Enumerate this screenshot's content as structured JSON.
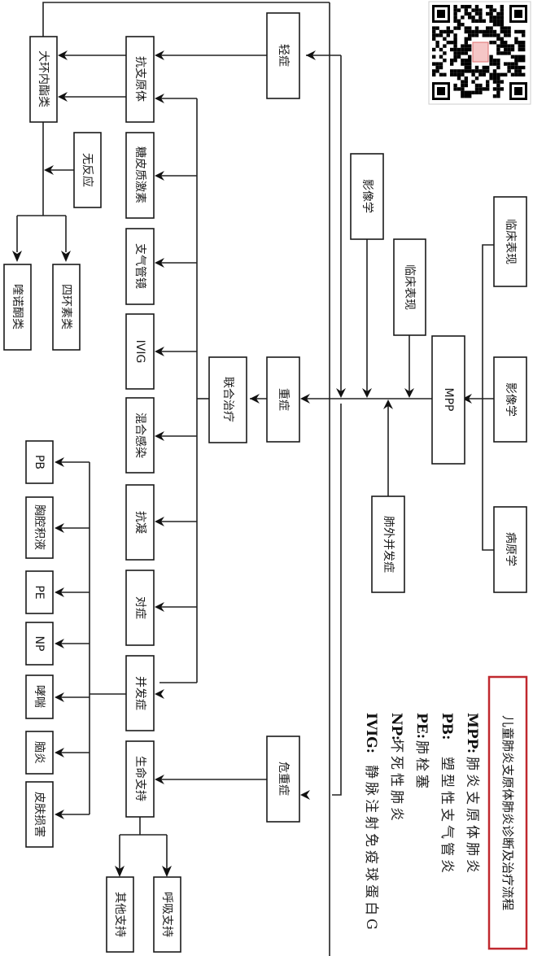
{
  "diagram": {
    "title": "儿童肺炎支原体肺炎诊断及治疗流程",
    "orientation": "rotated-90-clockwise",
    "nodes": {
      "mpp": "MPP",
      "diag_clinical": "临床表现",
      "diag_imaging": "影像学",
      "diag_pathogen": "病原学",
      "in_clinical": "临床表现",
      "in_imaging": "影像学",
      "extrapulmonary": "肺外并发症",
      "mild": "轻症",
      "severe": "重症",
      "critical": "危重症",
      "combined_therapy": "联合治疗",
      "anti_mp": "抗支原体",
      "glucocorticoid": "糖皮质激素",
      "bronchoscopy": "支气管镜",
      "ivig": "IVIG",
      "mixed_infection": "混合感染",
      "anticoagulation": "抗凝",
      "symptomatic": "对症",
      "complications": "并发症",
      "life_support": "生命支持",
      "macrolides": "大环内酯类",
      "no_response": "无反应",
      "tetracyclines": "四环素类",
      "quinolones": "喹诺酮类",
      "pb": "PB",
      "pleural_effusion": "胸腔积液",
      "pe": "PE",
      "np": "NP",
      "asthma": "哮喘",
      "encephalitis": "脑炎",
      "skin_damage": "皮肤损害",
      "respiratory_support": "呼吸支持",
      "other_support": "其他支持"
    },
    "legend": [
      {
        "key": "MPP:",
        "value": "肺炎支原体肺炎"
      },
      {
        "key": "PB:",
        "value": "塑型性支气管炎"
      },
      {
        "key": "PE:",
        "value": "肺栓塞"
      },
      {
        "key": "NP:",
        "value": "坏死性肺炎"
      },
      {
        "key": "IVIG:",
        "value": "静脉注射免疫球蛋白G"
      }
    ],
    "qr_code": "qr-code-image",
    "colors": {
      "line": "#222222",
      "title_border": "#c0282e",
      "qr_stamp": "#e07070"
    }
  }
}
